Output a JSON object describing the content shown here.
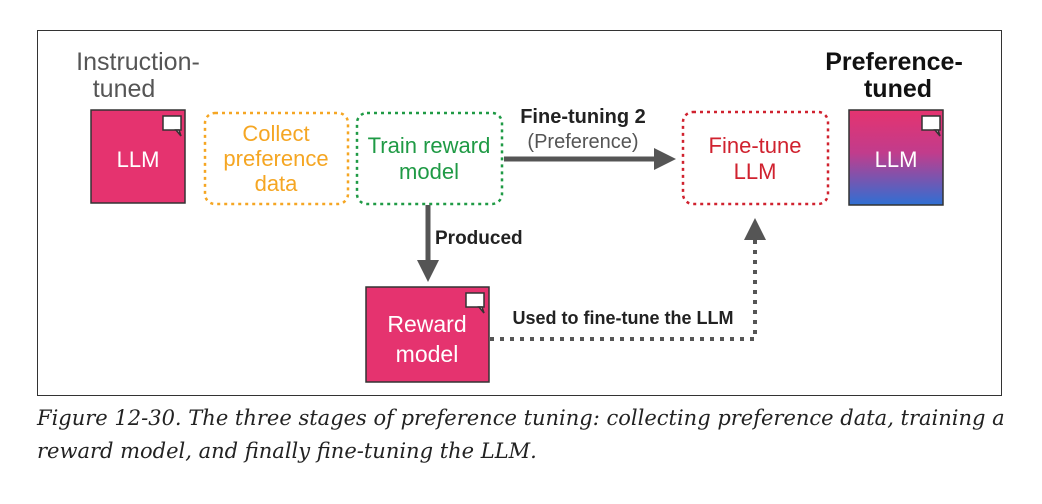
{
  "left_title": [
    "Instruction-",
    "tuned"
  ],
  "left_box": "LLM",
  "step1": [
    "Collect",
    "preference",
    "data"
  ],
  "step2": [
    "Train reward",
    "model"
  ],
  "arrow_main": [
    "Fine-tuning 2",
    "(Preference)"
  ],
  "step3": [
    "Fine-tune",
    "LLM"
  ],
  "right_title": [
    "Preference-",
    "tuned"
  ],
  "right_box": "LLM",
  "arrow_down": "Produced",
  "reward_box": [
    "Reward",
    "model"
  ],
  "arrow_dotted": "Used to fine-tune the LLM",
  "caption": "Figure 12-30. The three stages of preference tuning: collecting preference data, training a reward model, and finally fine-tuning the LLM.",
  "colors": {
    "pink": "#e5336f",
    "orange": "#f5a623",
    "green": "#1f9a45",
    "red": "#d0222f",
    "blue": "#3a6fd0",
    "gray": "#555555"
  }
}
